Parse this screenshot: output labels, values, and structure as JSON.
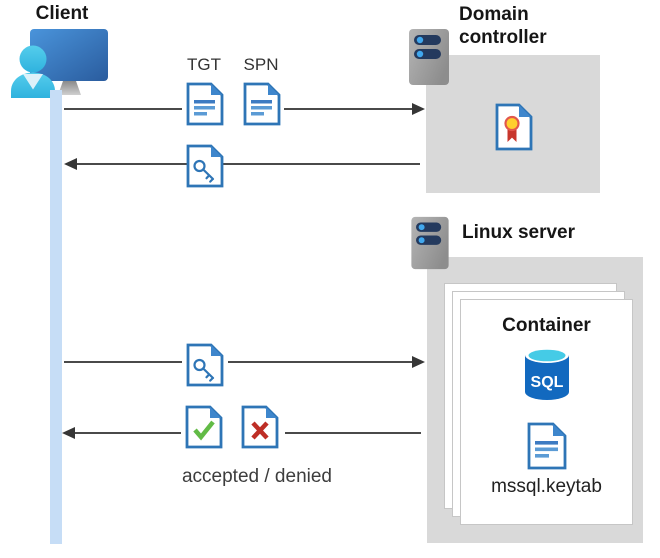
{
  "client": {
    "label": "Client"
  },
  "domain_controller": {
    "label": "Domain controller"
  },
  "linux_server": {
    "label": "Linux server"
  },
  "container": {
    "label": "Container",
    "sql_badge": "SQL",
    "keytab_filename": "mssql.keytab"
  },
  "flow": {
    "tgt": "TGT",
    "spn": "SPN",
    "result": "accepted / denied"
  },
  "icons": {
    "client-icon": "user at monitor",
    "server-icon": "rack server",
    "document-icon": "document with text lines",
    "key-ticket-icon": "document with key (service ticket)",
    "certificate-icon": "document with ribbon seal",
    "accepted-document-icon": "document with green check",
    "denied-document-icon": "document with red x",
    "sql-database-icon": "SQL database cylinder",
    "keytab-file-icon": "keytab file document"
  },
  "colors": {
    "doc_blue": "#2E75B6",
    "doc_fold_blue": "#3E86CC",
    "doc_line_blue": "#5B9BD5",
    "accepted_green": "#62BB46",
    "denied_red": "#BE2E26",
    "box_gray": "#D9D9D9",
    "card_border_gray": "#C6C6C6",
    "lifeline_blue": "#C6DDF6",
    "arrow_gray": "#4a4a4a",
    "sql_blue": "#1269BF",
    "sql_cyan": "#45CBE6",
    "server_pill_navy": "#243A5E",
    "cert_seal_yellow": "#FFD02E",
    "cert_ribbon_red": "#C8362C"
  }
}
